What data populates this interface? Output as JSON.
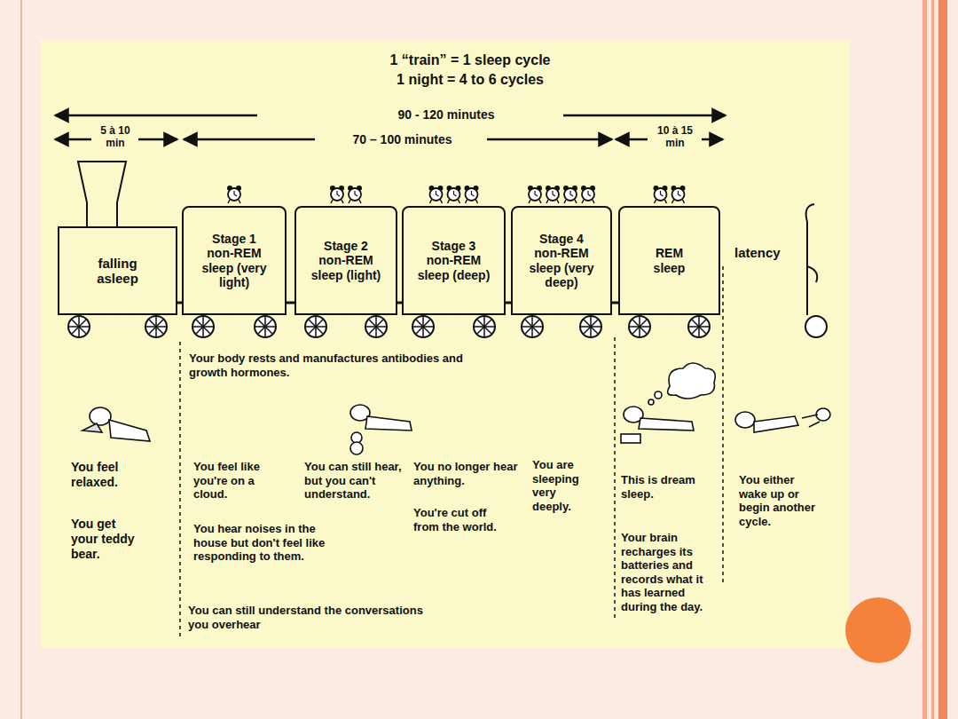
{
  "diagram": {
    "title": "1 “train” = 1 sleep cycle",
    "nodes": [
      {
        "text": [
          "falling asleep"
        ]
      },
      {
        "text": [
          "Stage 1",
          "non-REM sleep (very light)"
        ]
      },
      {
        "text": [
          "Stage 2",
          "non-REM sleep (light)"
        ]
      },
      {
        "text": [
          "Stage 3",
          "non-REM sleep (deep)"
        ]
      },
      {
        "text": [
          "Stage 4",
          "non-REM sleep (very deep)"
        ]
      },
      {
        "text": [
          "REM sleep"
        ]
      }
    ],
    "edges": [
      {
        "from": 0,
        "to": 1,
        "arrow": "none"
      },
      {
        "from": 1,
        "to": 2,
        "arrow": "none"
      },
      {
        "from": 2,
        "to": 3,
        "arrow": "none"
      },
      {
        "from": 3,
        "to": 4,
        "arrow": "none"
      },
      {
        "from": 4,
        "to": 5,
        "arrow": "none"
      }
    ],
    "labels": [
      "1 night = 4 to 6 cycles",
      "90 - 120 minutes",
      "5 à 10 min",
      "70 – 100 minutes",
      "10 à 15 min",
      "latency",
      "Your body rests and manufactures antibodies and growth hormones.",
      "You feel relaxed.",
      "You get your teddy bear.",
      "You feel like you're on a cloud.",
      "You hear noises in the house but don't feel like responding to them.",
      "You can still understand the conversations you overhear",
      "You can still hear, but you can't understand.",
      "You no longer hear anything.",
      "You're cut off from the world.",
      "You are sleeping very deeply.",
      "This is dream sleep.",
      "Your brain recharges its batteries and records what it has learned during the day.",
      "You either wake up or begin another cycle."
    ]
  }
}
